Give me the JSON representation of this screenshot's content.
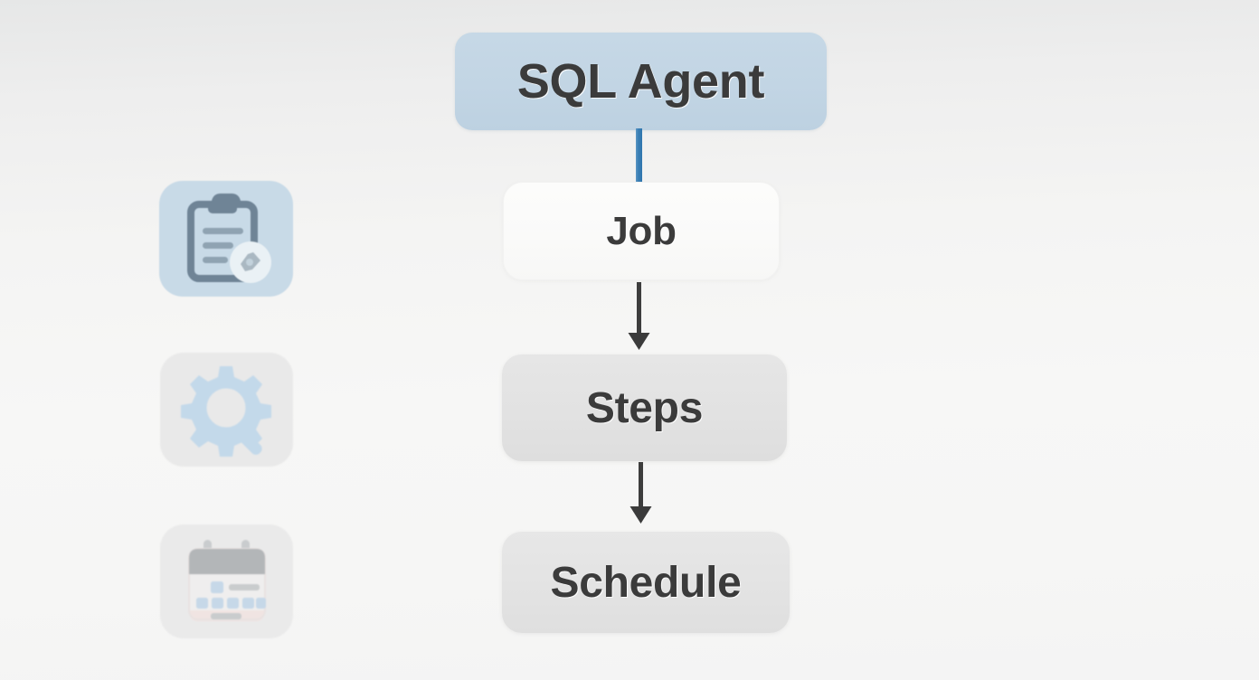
{
  "theme": {
    "background_top": "#e6e7e7",
    "background_bottom": "#f4f4f4",
    "accent_blue": "#3a7fb5",
    "agent_box_fill": "#c2d5e4",
    "job_box_fill": "#fafaf9",
    "step_box_fill": "#e2e2e2",
    "text_color": "#3b3b3b",
    "arrow_color": "#3a3a3a",
    "icon_blue": "#c8dae7",
    "icon_gray": "#e9e9e9"
  },
  "diagram": {
    "type": "flowchart",
    "orientation": "vertical",
    "nodes": [
      {
        "id": "agent",
        "label": "SQL Agent",
        "style": "blue-filled"
      },
      {
        "id": "job",
        "label": "Job",
        "style": "white-outline"
      },
      {
        "id": "steps",
        "label": "Steps",
        "style": "gray-filled"
      },
      {
        "id": "schedule",
        "label": "Schedule",
        "style": "gray-filled"
      }
    ],
    "edges": [
      {
        "from": "agent",
        "to": "job",
        "kind": "line",
        "color": "#3a7fb5"
      },
      {
        "from": "job",
        "to": "steps",
        "kind": "arrow",
        "color": "#3a3a3a"
      },
      {
        "from": "steps",
        "to": "schedule",
        "kind": "arrow",
        "color": "#3a3a3a"
      }
    ]
  },
  "icons": [
    {
      "id": "clipboard-job",
      "name": "clipboard-task-icon",
      "tile_color": "#c8dae7",
      "glyph_color": "#6f8496",
      "badge": "gear-badge",
      "aligned_with": "job"
    },
    {
      "id": "gear-search",
      "name": "gear-search-icon",
      "tile_color": "#e9e9e9",
      "glyph_color": "#c3d9ea",
      "aligned_with": "steps"
    },
    {
      "id": "calendar",
      "name": "calendar-schedule-icon",
      "tile_color": "#eaeaea",
      "glyph_color": "#b9bcbe",
      "accent_color": "#c3d6e8",
      "aligned_with": "schedule"
    }
  ]
}
